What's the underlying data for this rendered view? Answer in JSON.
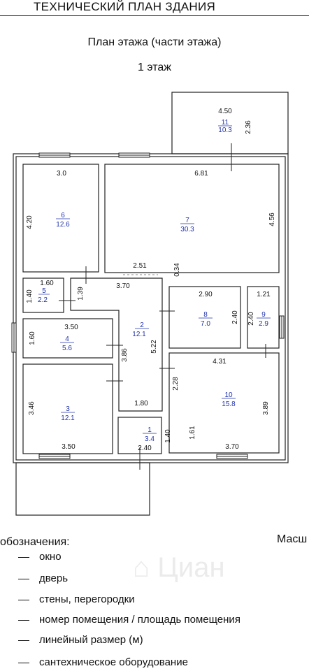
{
  "header": {
    "title": "ТЕХНИЧЕСКИЙ ПЛАН ЗДАНИЯ"
  },
  "plan": {
    "title": "План этажа (части этажа)",
    "floor": "1 этаж"
  },
  "rooms": [
    {
      "number": "1",
      "area": "3.4"
    },
    {
      "number": "2",
      "area": "12.1"
    },
    {
      "number": "3",
      "area": "12.1"
    },
    {
      "number": "4",
      "area": "5.6"
    },
    {
      "number": "5",
      "area": "2.2"
    },
    {
      "number": "6",
      "area": "12.6"
    },
    {
      "number": "7",
      "area": "30.3"
    },
    {
      "number": "8",
      "area": "7.0"
    },
    {
      "number": "9",
      "area": "2.9"
    },
    {
      "number": "10",
      "area": "15.8"
    },
    {
      "number": "11",
      "area": "10.3"
    }
  ],
  "dimensions": {
    "d450": "4.50",
    "d236": "2.36",
    "d30": "3.0",
    "d681": "6.81",
    "d420": "4.20",
    "d456": "4.56",
    "d251": "2.51",
    "d034": "0.34",
    "d160a": "1.60",
    "d370a": "3.70",
    "d140a": "1.40",
    "d139": "1.39",
    "d290": "2.90",
    "d121": "1.21",
    "d240a": "2.40",
    "d240b": "2.40",
    "d350a": "3.50",
    "d160b": "1.60",
    "d522": "5.22",
    "d386": "3.86",
    "d431": "4.31",
    "d228": "2.28",
    "d346": "3.46",
    "d180": "1.80",
    "d389": "3.89",
    "d140b": "1.40",
    "d161": "1.61",
    "d350b": "3.50",
    "d240c": "2.40",
    "d370b": "3.70"
  },
  "legend": {
    "title": "обозначения:",
    "scale": "Масш",
    "items": [
      "окно",
      "дверь",
      "стены, перегородки",
      "номер помещения / площадь помещения",
      "линейный размер (м)",
      "сантехническое оборудование"
    ]
  },
  "watermark": "Циан"
}
